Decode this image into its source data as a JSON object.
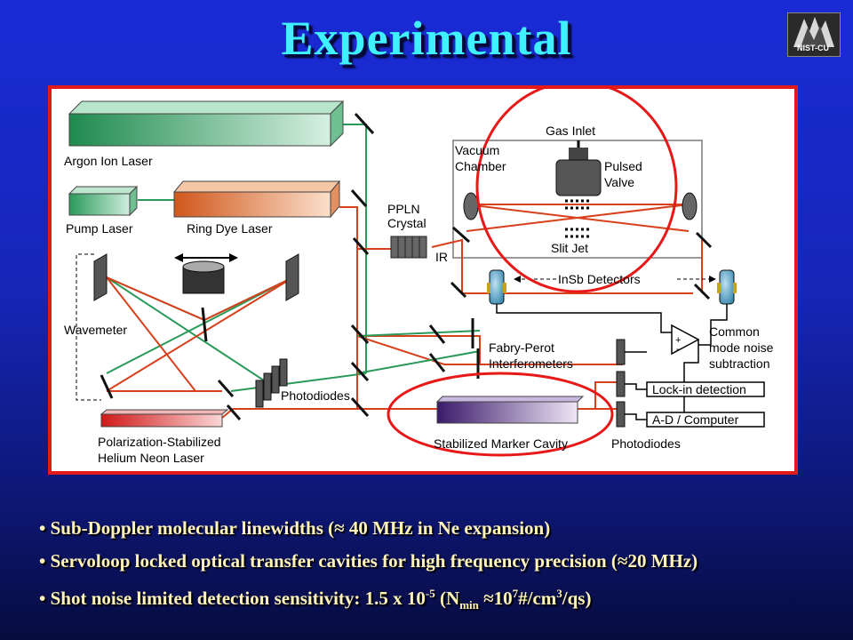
{
  "title": "Experimental",
  "logo": {
    "text": "NIST-CU",
    "icon": "jila-logo-icon"
  },
  "diagram": {
    "labels": {
      "argon": "Argon Ion Laser",
      "pump": "Pump Laser",
      "ringdye": "Ring Dye Laser",
      "ppln1": "PPLN",
      "ppln2": "Crystal",
      "ir": "IR",
      "gasinlet": "Gas Inlet",
      "vacuum1": "Vacuum",
      "vacuum2": "Chamber",
      "pulsed1": "Pulsed",
      "pulsed2": "Valve",
      "slitjet": "Slit Jet",
      "insb": "InSb Detectors",
      "wavemeter": "Wavemeter",
      "fabry1": "Fabry-Perot",
      "fabry2": "Interferometers",
      "photodiodes_left": "Photodiodes",
      "common1": "Common",
      "common2": "mode noise",
      "common3": "subtraction",
      "lockin": "Lock-in detection",
      "adcomp": "A-D / Computer",
      "hene1": "Polarization-Stabilized",
      "hene2": "Helium Neon Laser",
      "cavity": "Stabilized Marker Cavity",
      "photodiodes_right": "Photodiodes",
      "amp_plus": "+",
      "amp_minus": "-"
    },
    "colors": {
      "green_beam": "#2a9a5a",
      "red_beam": "#d8401c",
      "orange_beam": "#e07a20",
      "highlight": "#e81818",
      "frame": "#e21a1a"
    }
  },
  "bullets": [
    {
      "pre": "• Sub-Doppler molecular linewidths (≈ 40 MHz in Ne expansion)"
    },
    {
      "pre": "• Servoloop locked optical transfer cavities for high frequency precision (≈20 MHz)"
    },
    {
      "a": "• Shot noise limited detection sensitivity:  1.5 x 10",
      "sup1": "-5",
      "b": " (N",
      "sub1": "min",
      "c": " ≈10",
      "sup2": "7",
      "d": "#/cm",
      "sup3": "3",
      "e": "/qs)"
    }
  ]
}
